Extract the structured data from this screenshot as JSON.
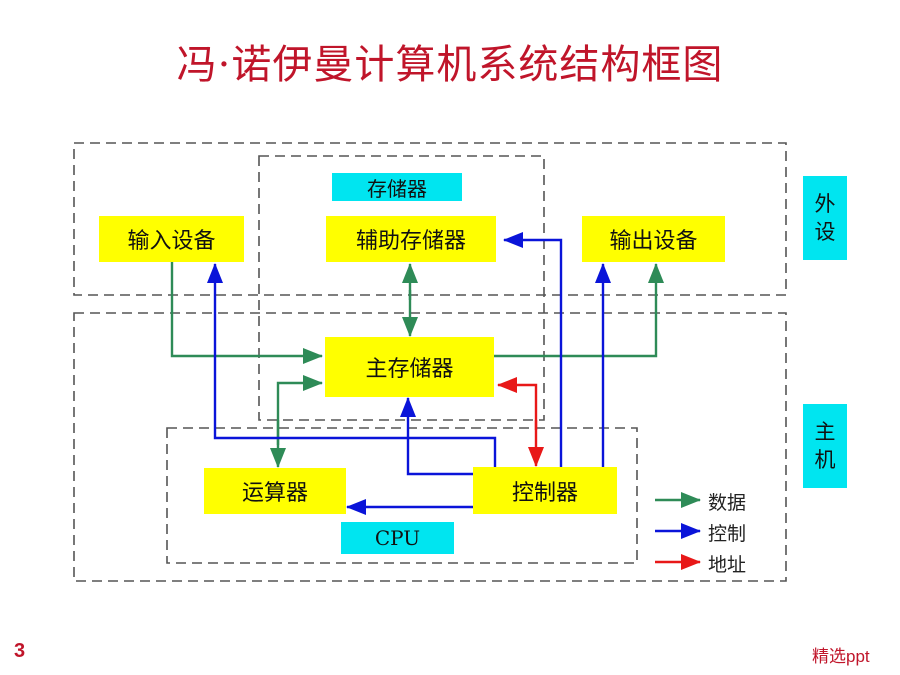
{
  "title": "冯·诺伊曼计算机系统结构框图",
  "nodes": {
    "storage_label": "存储器",
    "input_device": "输入设备",
    "aux_storage": "辅助存储器",
    "output_device": "输出设备",
    "main_storage": "主存储器",
    "alu": "运算器",
    "controller": "控制器",
    "cpu_label": "CPU"
  },
  "side_labels": {
    "peripheral": [
      "外",
      "设"
    ],
    "host": [
      "主",
      "机"
    ]
  },
  "legend": [
    {
      "label": "数据",
      "color": "#2e8b57"
    },
    {
      "label": "控制",
      "color": "#0a14d9"
    },
    {
      "label": "地址",
      "color": "#e81818"
    }
  ],
  "colors": {
    "data": "#2e8b57",
    "control": "#0a14d9",
    "address": "#e81818",
    "box": "#ffff00",
    "label_bg": "#00e5f0",
    "title": "#c0152a"
  },
  "footer": {
    "page_number": "3",
    "brand": "精选ppt"
  }
}
